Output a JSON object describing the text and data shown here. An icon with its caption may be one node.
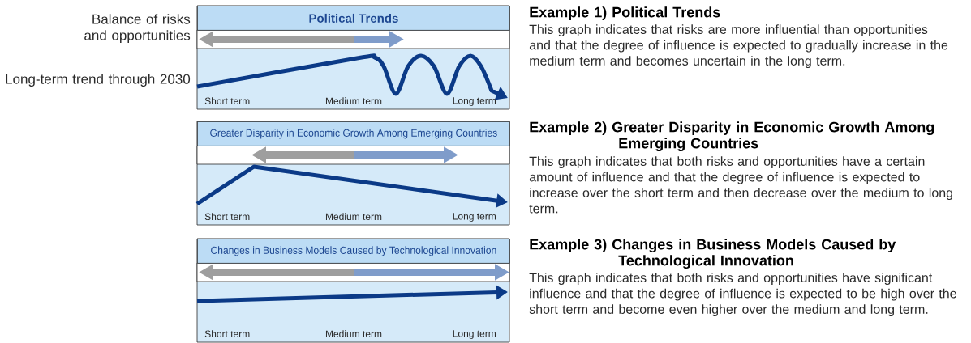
{
  "diagram": {
    "nodes": [
      {
        "text": [
          "Political Trends"
        ]
      },
      {
        "text": [
          "Greater Disparity in Economic Growth Among Emerging Countries"
        ]
      },
      {
        "text": [
          "Changes in Business Models Caused by Technological Innovation"
        ]
      }
    ],
    "labels": [
      "Balance of risks and opportunities",
      "Long-term trend through 2030",
      "Short term",
      "Medium term",
      "Long term",
      "Example 1) Political Trends",
      "This graph indicates that risks are more influential than opportunities and that the degree of influence is expected to gradually increase in the medium term and becomes uncertain in the long term.",
      "Short term",
      "Medium term",
      "Long term",
      "Example 2) Greater Disparity in Economic Growth Among Emerging Countries",
      "This graph indicates that both risks and opportunities have a certain amount of influence and that the degree of influence is expected to increase over the short term and then decrease over the medium to long term.",
      "Short term",
      "Medium term",
      "Long term",
      "Example 3) Changes in Business Models Caused by Technological Innovation",
      "This graph indicates that both risks and opportunities have significant influence and that the degree of influence is expected to be high over the short term and become even higher over the medium and long term."
    ]
  }
}
